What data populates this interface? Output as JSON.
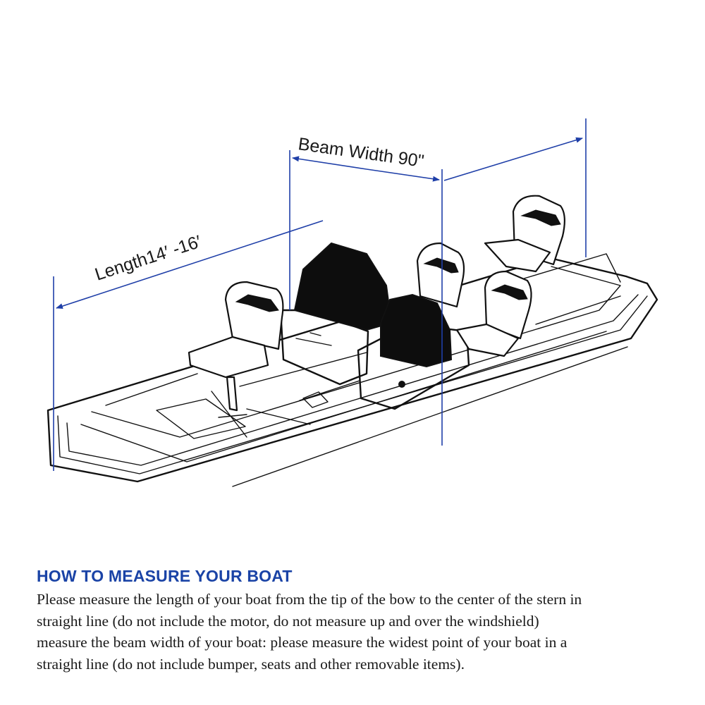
{
  "diagram": {
    "beam_label": "Beam Width 90\"",
    "length_label": "Length14′  -16′",
    "colors": {
      "dimension_lines": "#1f3fa8",
      "outline": "#111111"
    }
  },
  "instructions": {
    "heading": "HOW TO MEASURE YOUR BOAT",
    "lines": [
      "Please measure the length of your boat from the tip of the bow to the center of the stern in",
      "straight line (do not include the motor, do not measure up and over the windshield)",
      "measure the beam width of your boat: please measure the widest point of your boat in a",
      "straight line (do not include bumper, seats and other removable items)."
    ]
  }
}
